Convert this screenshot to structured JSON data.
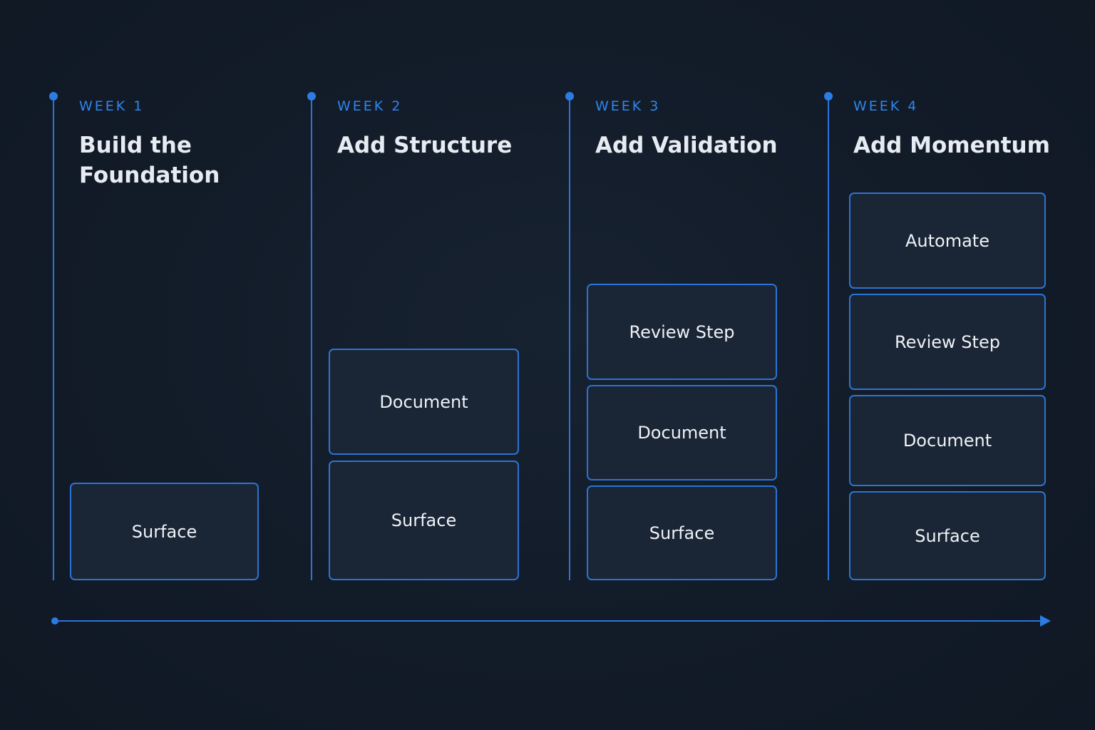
{
  "colors": {
    "background": "#121b28",
    "accent": "#2b7ce4",
    "block_fill": "#1a2535",
    "block_border": "#2c74d2",
    "label_blue": "#2f86ee",
    "title_text": "#e7ecf2"
  },
  "weeks": [
    {
      "label": "WEEK 1",
      "title_lines": [
        "Build the",
        "Foundation"
      ],
      "blocks": [
        "Surface"
      ]
    },
    {
      "label": "WEEK 2",
      "title_lines": [
        "Add Structure"
      ],
      "blocks": [
        "Document",
        "Surface"
      ]
    },
    {
      "label": "WEEK 3",
      "title_lines": [
        "Add Validation"
      ],
      "blocks": [
        "Review Step",
        "Document",
        "Surface"
      ]
    },
    {
      "label": "WEEK 4",
      "title_lines": [
        "Add Momentum"
      ],
      "blocks": [
        "Automate",
        "Review Step",
        "Document",
        "Surface"
      ]
    }
  ],
  "timeline": {
    "arrow_icon": "arrow-right-icon"
  }
}
